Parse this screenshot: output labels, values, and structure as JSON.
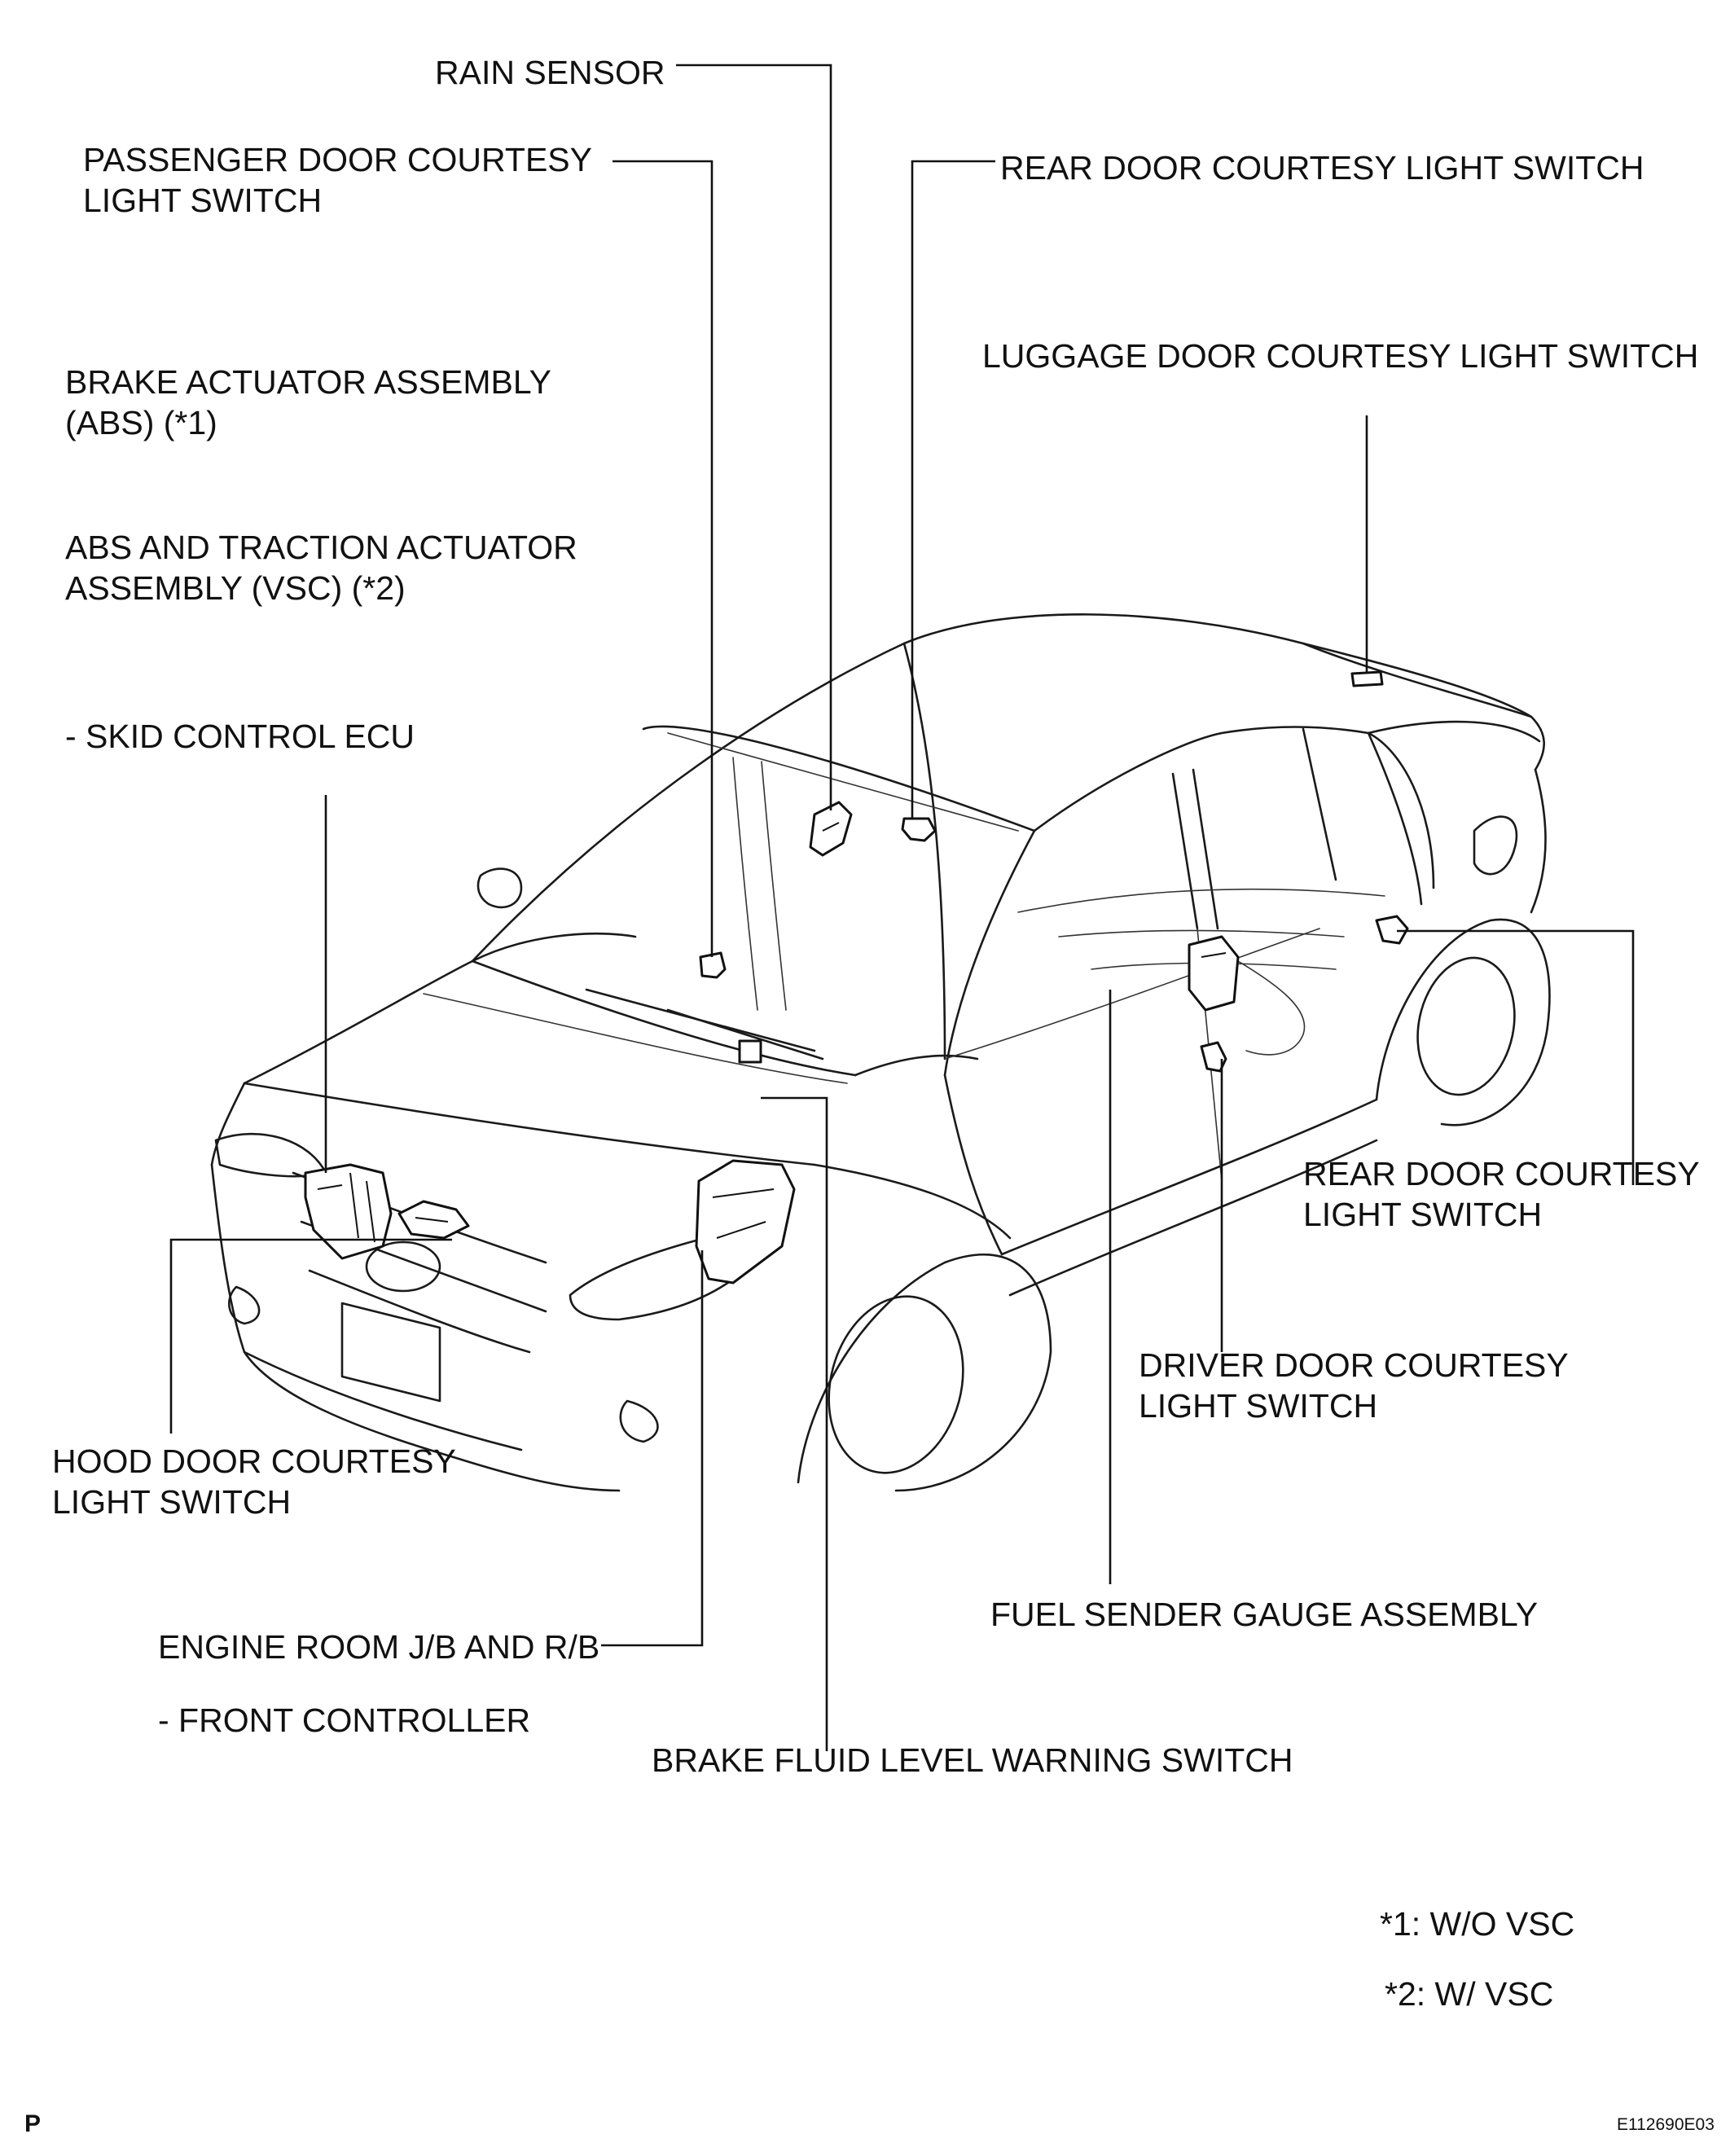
{
  "labels": {
    "rain_sensor": "RAIN SENSOR",
    "passenger_door_l1": "PASSENGER DOOR COURTESY",
    "passenger_door_l2": "LIGHT SWITCH",
    "rear_door_top": "REAR DOOR COURTESY LIGHT SWITCH",
    "luggage_door": "LUGGAGE DOOR COURTESY LIGHT SWITCH",
    "brake_actuator_l1": "BRAKE ACTUATOR ASSEMBLY",
    "brake_actuator_l2": "(ABS) (*1)",
    "abs_traction_l1": "ABS AND TRACTION ACTUATOR",
    "abs_traction_l2": "ASSEMBLY (VSC) (*2)",
    "skid_control": "- SKID CONTROL ECU",
    "rear_door_right_l1": "REAR DOOR COURTESY",
    "rear_door_right_l2": "LIGHT SWITCH",
    "driver_door_l1": "DRIVER DOOR COURTESY",
    "driver_door_l2": "LIGHT SWITCH",
    "hood_door_l1": "HOOD DOOR COURTESY",
    "hood_door_l2": "LIGHT SWITCH",
    "fuel_sender": "FUEL SENDER GAUGE ASSEMBLY",
    "engine_room": "ENGINE ROOM J/B AND R/B",
    "front_controller": "- FRONT CONTROLLER",
    "brake_fluid": "BRAKE FLUID LEVEL WARNING  SWITCH"
  },
  "notes": {
    "note1": "*1: W/O VSC",
    "note2": "*2: W/ VSC"
  },
  "corner_mark": "P",
  "figure_code": "E112690E03"
}
